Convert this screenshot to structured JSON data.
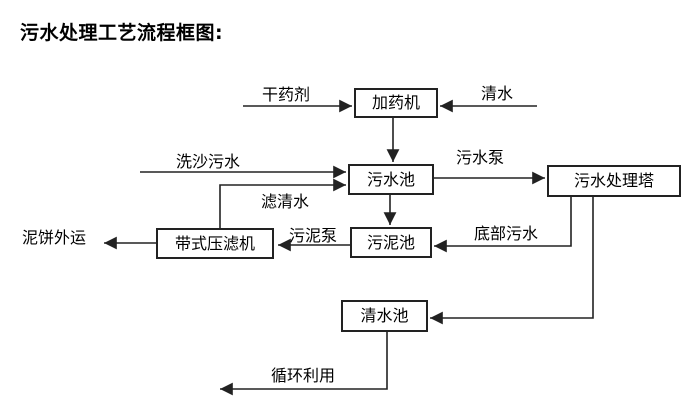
{
  "page": {
    "title": "污水处理工艺流程框图:"
  },
  "diagram": {
    "type": "flowchart",
    "nodes": {
      "dosing_machine": "加药机",
      "sewage_pool": "污水池",
      "treatment_tower": "污水处理塔",
      "sludge_pool": "污泥池",
      "belt_filter_press": "带式压滤机",
      "clear_water_pool": "清水池"
    },
    "edge_labels": {
      "dry_chemical": "干药剂",
      "clear_water_in": "清水",
      "sand_washing_sewage": "洗沙污水",
      "filtered_water": "滤清水",
      "sewage_pump": "污水泵",
      "sludge_pump": "污泥泵",
      "bottom_sewage": "底部污水",
      "mud_cake_out": "泥饼外运",
      "recycle": "循环利用"
    },
    "edges": [
      {
        "from": "干药剂(外部)",
        "to": "加药机",
        "label": "干药剂"
      },
      {
        "from": "清水(外部)",
        "to": "加药机",
        "label": "清水"
      },
      {
        "from": "加药机",
        "to": "污水池",
        "label": ""
      },
      {
        "from": "洗沙污水(外部)",
        "to": "污水池",
        "label": "洗沙污水"
      },
      {
        "from": "带式压滤机",
        "to": "污水池",
        "label": "滤清水"
      },
      {
        "from": "污水池",
        "to": "污水处理塔",
        "label": "污水泵"
      },
      {
        "from": "污水池",
        "to": "污泥池",
        "label": ""
      },
      {
        "from": "污水处理塔",
        "to": "污泥池",
        "label": "底部污水"
      },
      {
        "from": "污泥池",
        "to": "带式压滤机",
        "label": "污泥泵"
      },
      {
        "from": "带式压滤机",
        "to": "外运",
        "label": "泥饼外运"
      },
      {
        "from": "污水处理塔",
        "to": "清水池",
        "label": ""
      },
      {
        "from": "清水池",
        "to": "循环利用",
        "label": "循环利用"
      }
    ],
    "colors": {
      "background": "#ffffff",
      "line": "#222222",
      "box_border": "#222222",
      "box_fill": "#ffffff",
      "text": "#000000"
    }
  }
}
